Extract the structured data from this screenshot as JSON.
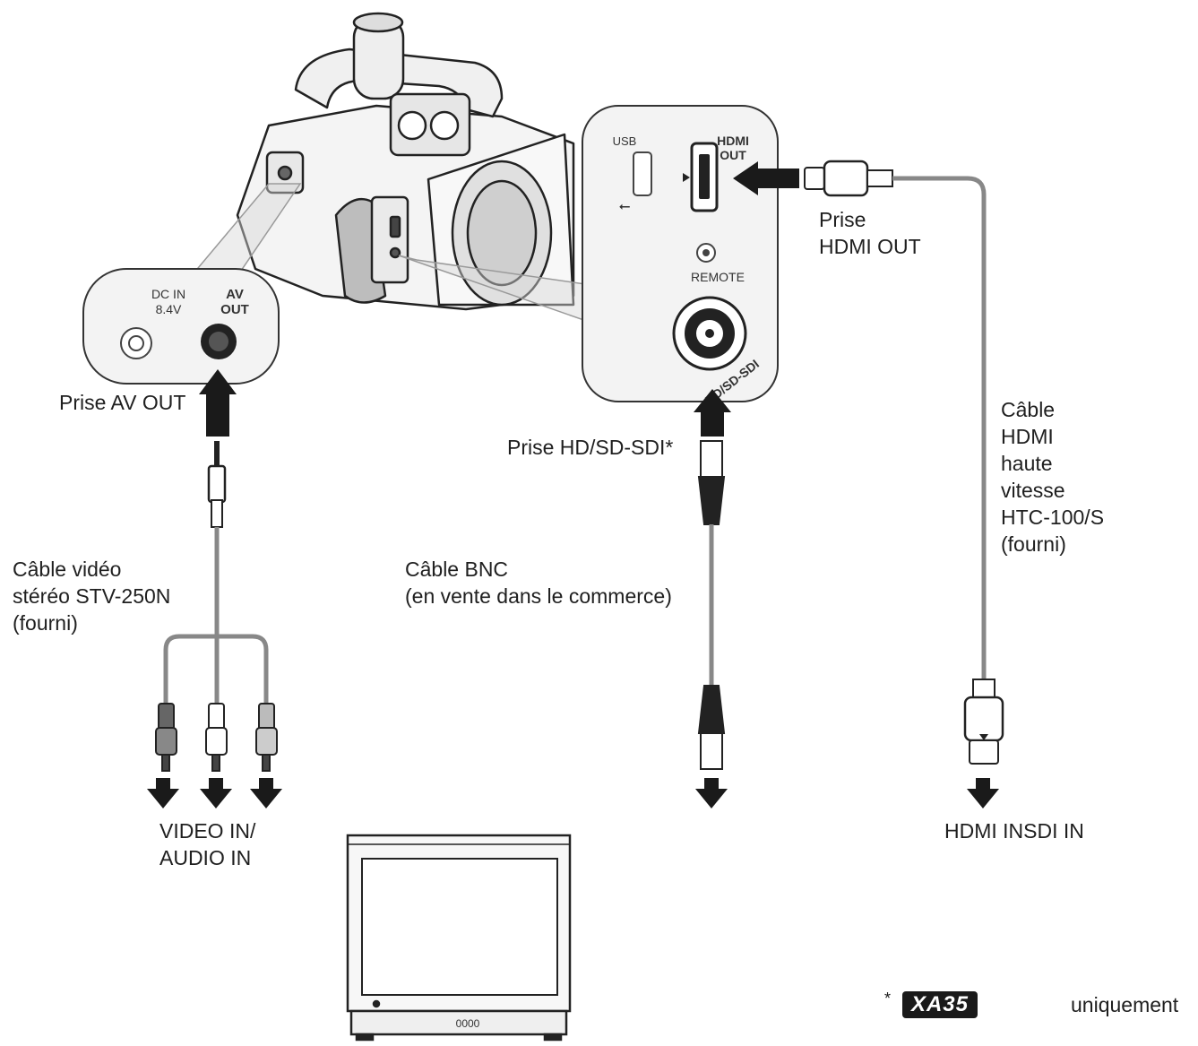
{
  "labels": {
    "prise_av_out": "Prise AV OUT",
    "prise_hdmi_out_line1": "Prise",
    "prise_hdmi_out_line2": "HDMI OUT",
    "prise_sdi": "Prise HD/SD-SDI*",
    "cable_video_line1": "Câble vidéo",
    "cable_video_line2": "stéréo STV-250N",
    "cable_video_line3": "(fourni)",
    "cable_bnc_line1": "Câble BNC",
    "cable_bnc_line2": "(en vente dans le commerce)",
    "cable_hdmi_line1": "Câble",
    "cable_hdmi_line2": "HDMI",
    "cable_hdmi_line3": "haute",
    "cable_hdmi_line4": "vitesse",
    "cable_hdmi_line5": "HTC-100/S",
    "cable_hdmi_line6": "(fourni)",
    "video_in_line1": "VIDEO IN/",
    "video_in_line2": "AUDIO IN",
    "hdmi_in": "HDMI INSDI IN",
    "footnote_star": "*",
    "footnote_model": "XA35",
    "footnote_text": "uniquement"
  },
  "panel_left": {
    "dc_in_line1": "DC IN",
    "dc_in_line2": "8.4V",
    "av_out_line1": "AV",
    "av_out_line2": "OUT"
  },
  "panel_right": {
    "usb": "USB",
    "hdmi_line1": "HDMI",
    "hdmi_line2": "OUT",
    "remote": "REMOTE",
    "sdi": "HD/SD-SDI"
  },
  "monitor": {
    "buttons": "0000"
  }
}
